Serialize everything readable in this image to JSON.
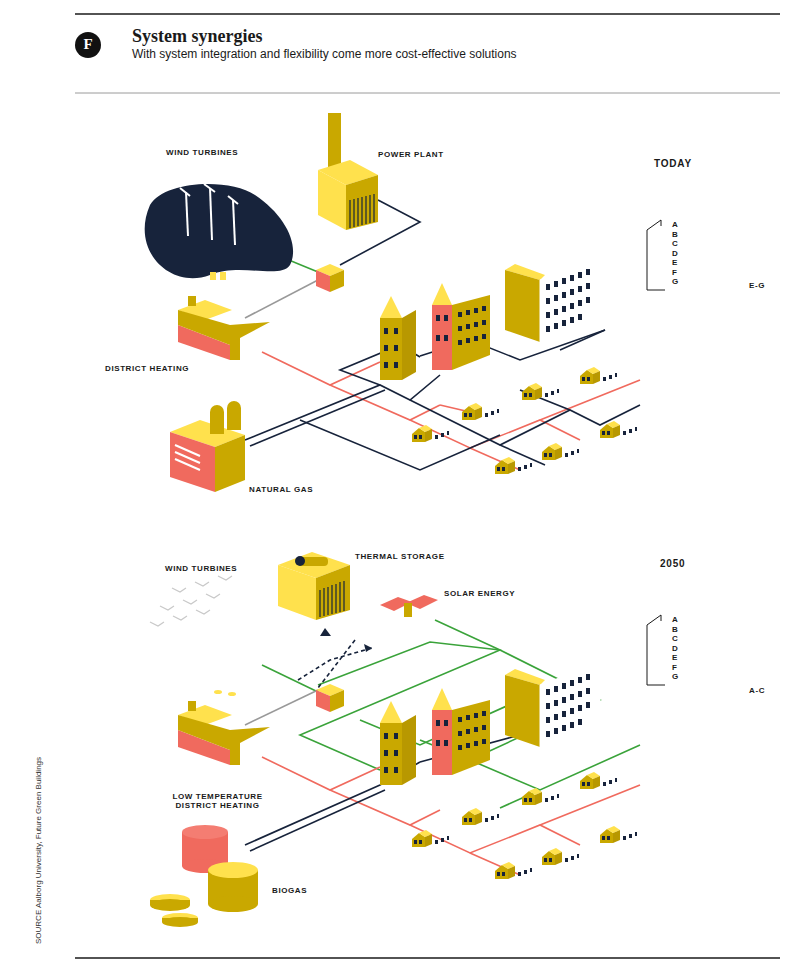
{
  "diagram": {
    "title": "System synergies",
    "caption": "With system integration and flexibility come more cost-effective solutions",
    "labels": [
      "F",
      "WIND TURBINES",
      "POWER PLANT",
      "TODAY",
      "A",
      "B",
      "C",
      "D",
      "E",
      "F",
      "G",
      "E-G",
      "DISTRICT HEATING",
      "NATURAL GAS",
      "WIND TURBINES",
      "THERMAL STORAGE",
      "2050",
      "SOLAR ENERGY",
      "A",
      "B",
      "C",
      "D",
      "E",
      "F",
      "G",
      "A-C",
      "LOW TEMPERATURE DISTRICT HEATING",
      "BIOGAS",
      "SOURCE Aalborg University, Future Green Buildings"
    ]
  }
}
